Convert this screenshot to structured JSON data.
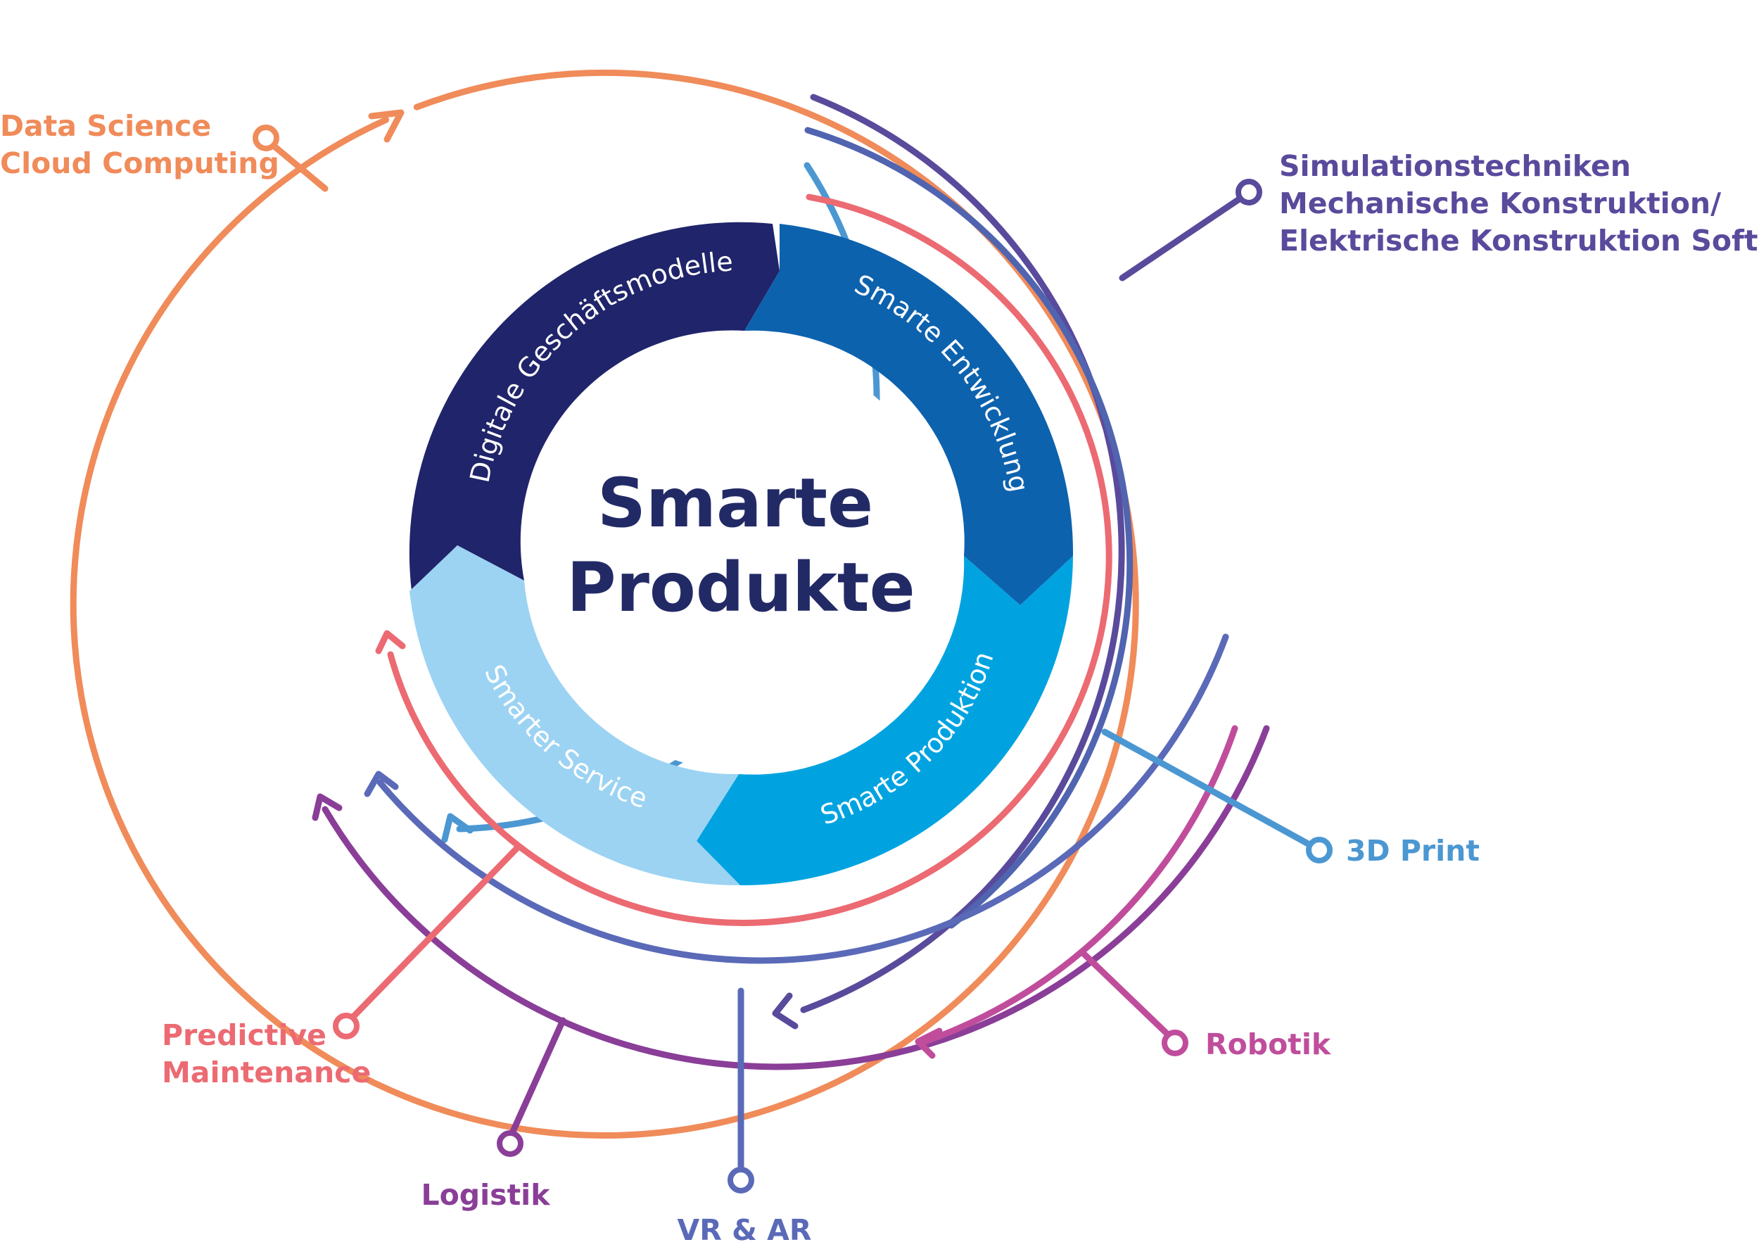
{
  "center": {
    "line1": "Smarte",
    "line2": "Produkte"
  },
  "segments": [
    {
      "label": "Digitale Geschäftsmodelle",
      "color": "#20246a"
    },
    {
      "label": "Smarte Entwicklung",
      "color": "#0d62ae"
    },
    {
      "label": "Smarte Produktion",
      "color": "#00a3e0"
    },
    {
      "label": "Smarter Service",
      "color": "#9cd3f3"
    }
  ],
  "labels": {
    "data_science": {
      "line1": "Data Science",
      "line2": "Cloud Computing",
      "color": "#f08b5a"
    },
    "simulation": {
      "line1": "Simulationstechniken",
      "line2": "Mechanische Konstruktion/",
      "line3": "Elektrische Konstruktion Software",
      "color": "#5a4a9c"
    },
    "print3d": {
      "text": "3D Print",
      "color": "#4b97d2"
    },
    "robotik": {
      "text": "Robotik",
      "color": "#c04d9c"
    },
    "vr_ar": {
      "text": "VR & AR",
      "color": "#5a6ab8"
    },
    "logistik": {
      "text": "Logistik",
      "color": "#8a3e98"
    },
    "predictive": {
      "line1": "Predictive",
      "line2": "Maintenance",
      "color": "#ec6a72"
    }
  }
}
